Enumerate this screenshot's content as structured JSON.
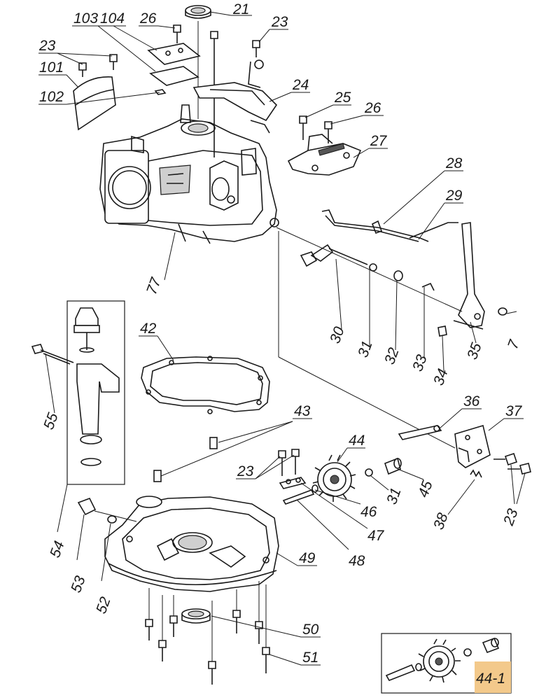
{
  "diagram": {
    "callouts": {
      "c21": "21",
      "c23a": "23",
      "c26a": "26",
      "c103": "103",
      "c104": "104",
      "c23b": "23",
      "c101": "101",
      "c102": "102",
      "c24": "24",
      "c25": "25",
      "c26b": "26",
      "c27": "27",
      "c28": "28",
      "c29": "29",
      "c77": "77",
      "c30": "30",
      "c31a": "31",
      "c32": "32",
      "c33": "33",
      "c34": "34",
      "c35": "35",
      "c7": "7",
      "c42": "42",
      "c43": "43",
      "c55": "55",
      "c44": "44",
      "c36": "36",
      "c37": "37",
      "c23c": "23",
      "c45": "45",
      "c31b": "31",
      "c46": "46",
      "c47": "47",
      "c48": "48",
      "c38": "38",
      "c23d": "23",
      "c54": "54",
      "c53": "53",
      "c52": "52",
      "c49": "49",
      "c50": "50",
      "c51": "51"
    },
    "inset_label": "44-1",
    "colors": {
      "line": "#1a1a1a",
      "inset_highlight": "#f3c98b"
    }
  }
}
